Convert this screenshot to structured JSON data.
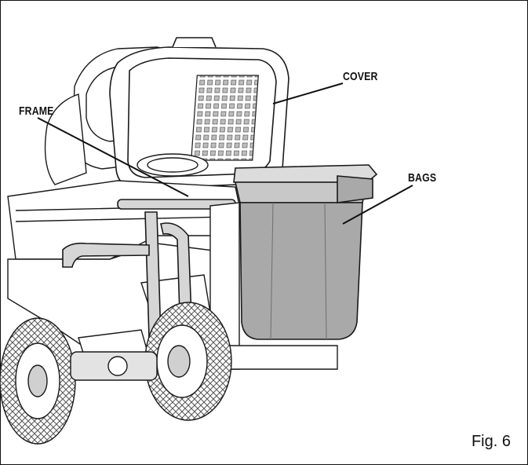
{
  "figure": {
    "caption": "Fig. 6",
    "callouts": {
      "cover": "COVER",
      "frame": "FRAME",
      "bags": "BAGS"
    }
  },
  "colors": {
    "outline": "#1a1a1a",
    "bag_fill": "#a9a9a9",
    "mower_fill": "#ffffff",
    "tire_tread": "#6e6e6e"
  }
}
